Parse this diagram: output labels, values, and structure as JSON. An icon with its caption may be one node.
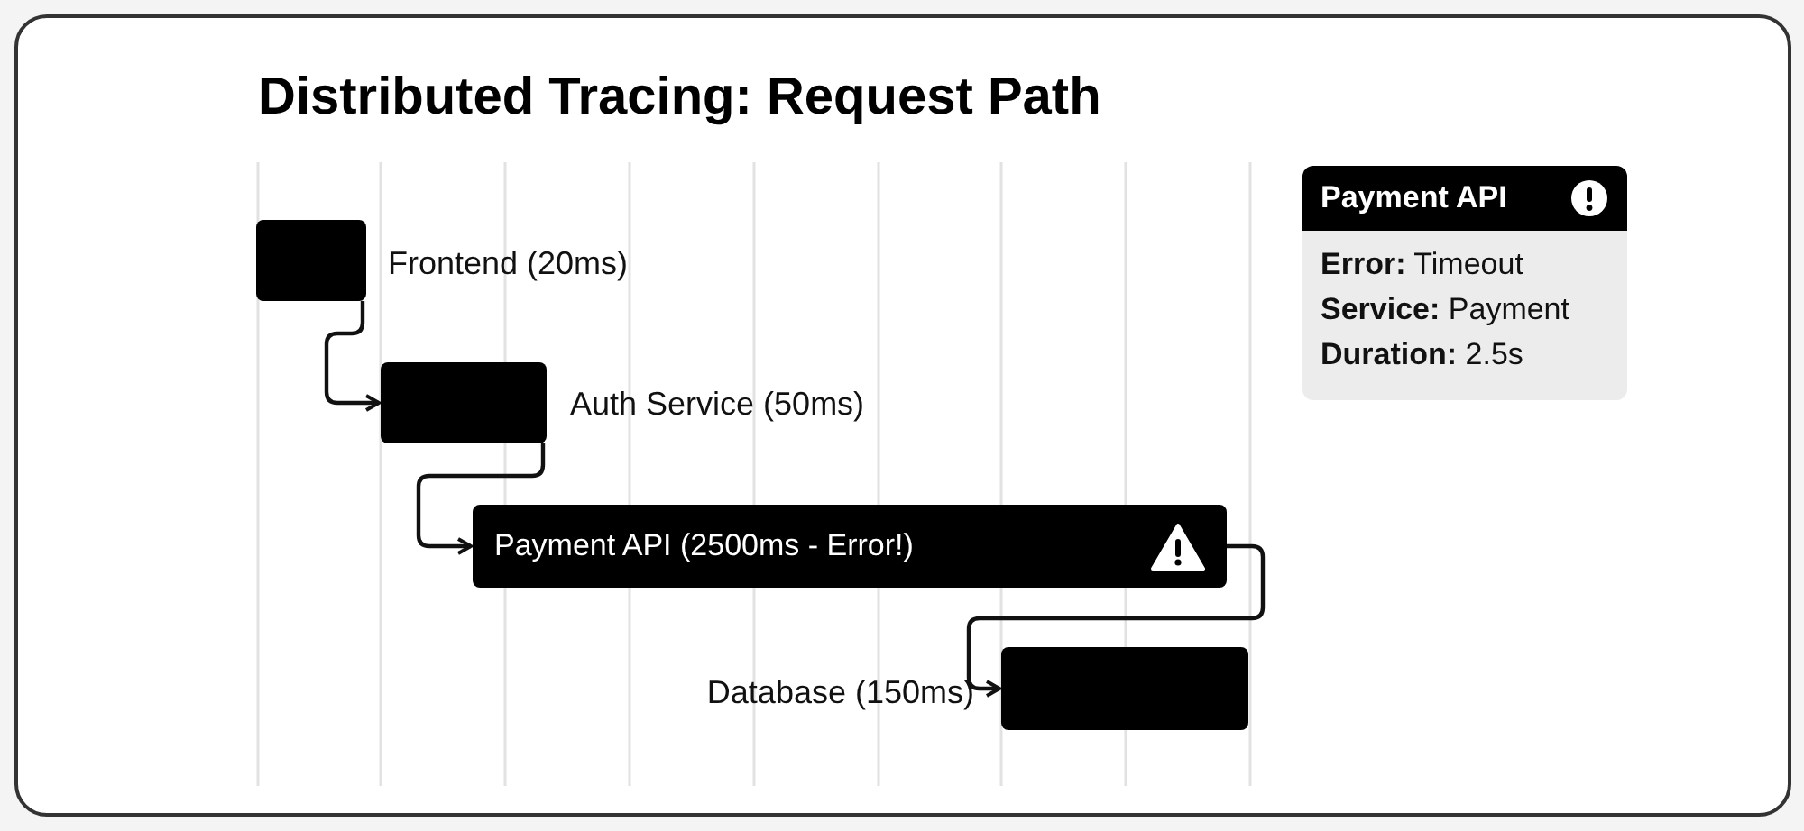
{
  "diagram": {
    "title": "Distributed Tracing: Request Path",
    "nodes": [
      {
        "text": [],
        "shape": "bar",
        "beside": [
          "Frontend (20ms)"
        ]
      },
      {
        "text": [],
        "shape": "bar",
        "beside": [
          "Auth Service (50ms)"
        ]
      },
      {
        "text": [
          "Payment API (2500ms - Error!)"
        ]
      },
      {
        "text": [],
        "shape": "bar",
        "beside": [
          "Database (150ms)"
        ]
      },
      {
        "text": [
          "Payment API",
          "**Error:** Timeout",
          "**Service:** Payment",
          "**Duration:** 2.5s"
        ]
      }
    ],
    "edges": [
      {
        "from": 0,
        "to": 1,
        "arrow": "to"
      },
      {
        "from": 1,
        "to": 2,
        "arrow": "to"
      },
      {
        "from": 2,
        "to": 3,
        "arrow": "to"
      }
    ]
  }
}
